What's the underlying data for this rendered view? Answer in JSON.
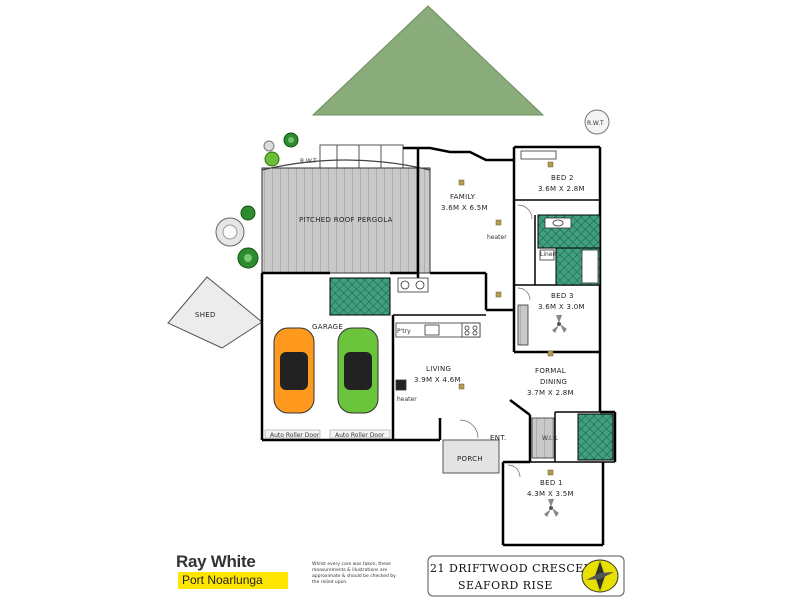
{
  "rooms": {
    "family": {
      "name": "FAMILY",
      "dims": "3.6M X 6.5M"
    },
    "bed2": {
      "name": "BED 2",
      "dims": "3.6M X 2.8M"
    },
    "bed3": {
      "name": "BED 3",
      "dims": "3.6M X 3.0M"
    },
    "living": {
      "name": "LIVING",
      "dims": "3.9M X 4.6M"
    },
    "formal_dining": {
      "name_line1": "FORMAL",
      "name_line2": "DINING",
      "dims": "3.7M X 2.8M"
    },
    "bed1": {
      "name": "BED 1",
      "dims": "4.3M X 3.5M"
    },
    "garage": {
      "name": "GARAGE"
    },
    "pergola": {
      "name": "PITCHED ROOF PERGOLA"
    },
    "porch": {
      "name": "PORCH"
    },
    "entry": {
      "name": "ENT."
    },
    "shed": {
      "name": "SHED"
    },
    "linen": {
      "name": "Linen"
    },
    "wir": {
      "name": "W.I.R."
    },
    "pantry": {
      "name": "P'try"
    }
  },
  "labels": {
    "rwt_top": "R.W.T",
    "rwt_left": "R.W.T",
    "heater_family": "heater",
    "heater_living": "heater",
    "roller_door_left": "Auto Roller Door",
    "roller_door_right": "Auto Roller Door"
  },
  "brand": {
    "name": "Ray White",
    "office": "Port Noarlunga"
  },
  "disclaimer": "Whilst every care was taken, these measurements & illustrations are approximate & should be checked by the relied upon.",
  "address": {
    "line1": "21 DRIFTWOOD CRESCENT",
    "line2": "SEAFORD RISE"
  },
  "colors": {
    "lawn": "#8aab7a",
    "wall": "#000000",
    "pergola": "#d4d4d4",
    "wet_area": "#2e8b6e",
    "car_orange": "#ff9a1f",
    "car_green": "#6cc33c",
    "brand_yellow": "#ffe600"
  },
  "icons": [
    "ceiling-fan-icon",
    "compass-icon",
    "tree-icon",
    "car-icon"
  ]
}
